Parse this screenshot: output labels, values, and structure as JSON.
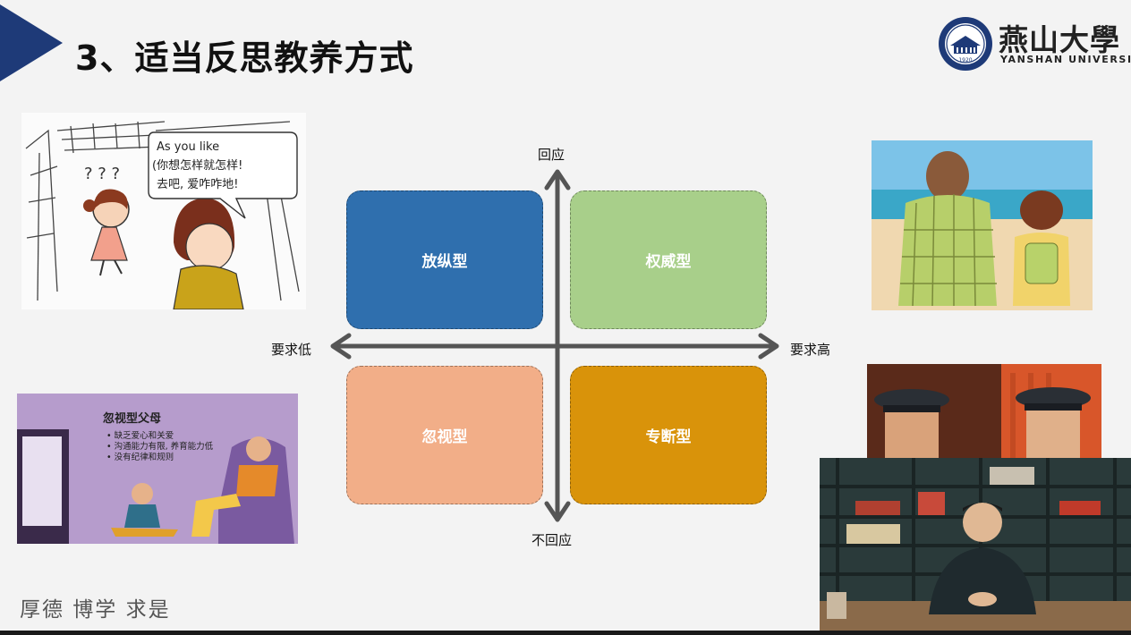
{
  "header": {
    "title": "3、适当反思教养方式"
  },
  "logo": {
    "name_cn": "燕山大學",
    "name_en": "YANSHAN UNIVERSITY",
    "seal_year": "1920"
  },
  "quadrant": {
    "top": "回应",
    "bottom": "不回应",
    "left": "要求低",
    "right": "要求高",
    "cells": {
      "top_left": "放纵型",
      "top_right": "权威型",
      "bottom_left": "忽视型",
      "bottom_right": "专断型"
    },
    "colors": {
      "top_left": "#2f6fae",
      "top_right": "#a8cf8a",
      "bottom_left": "#f2ae88",
      "bottom_right": "#d9930a"
    }
  },
  "comic": {
    "speech_line1": "As you like",
    "speech_line2": "(你想怎样就怎样!",
    "speech_line3": "去吧, 爱咋咋地!",
    "question_marks": "? ? ?"
  },
  "neglect_panel": {
    "title": "忽视型父母",
    "bullets": [
      "缺乏爱心和关爱",
      "沟通能力有限, 养育能力低",
      "没有纪律和规则"
    ]
  },
  "footer": {
    "motto": "厚德  博学  求是"
  }
}
